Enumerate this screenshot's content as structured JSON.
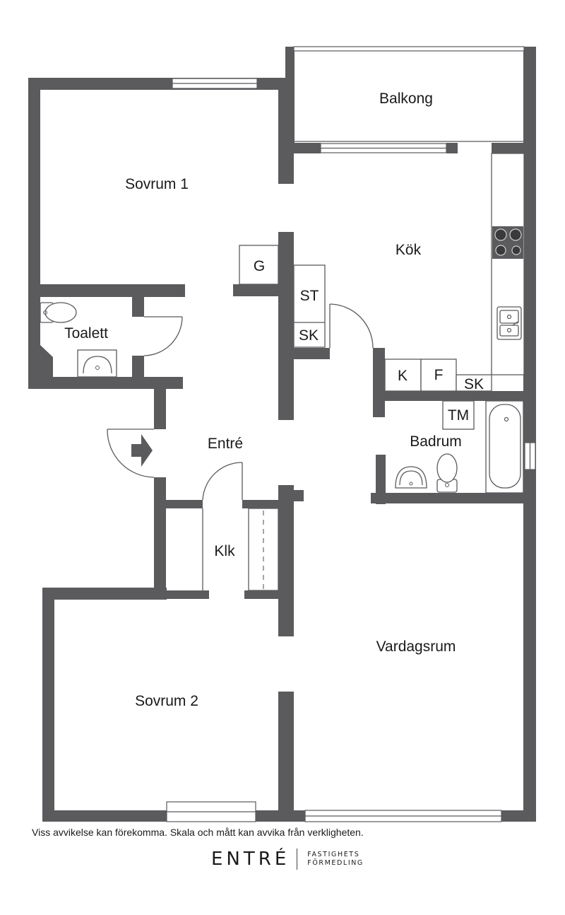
{
  "rooms": {
    "balkong": "Balkong",
    "sovrum1": "Sovrum 1",
    "kok": "Kök",
    "toalett": "Toalett",
    "entre": "Entré",
    "badrum": "Badrum",
    "klk": "Klk",
    "vardagsrum": "Vardagsrum",
    "sovrum2": "Sovrum 2"
  },
  "appliances": {
    "g": "G",
    "st": "ST",
    "sk1": "SK",
    "k": "K",
    "f": "F",
    "sk2": "SK",
    "tm": "TM"
  },
  "disclaimer": "Viss avvikelse kan förekomma. Skala och mått kan avvika från verkligheten.",
  "logo": {
    "name": "ENTRÉ",
    "sub_line1": "FASTIGHETS",
    "sub_line2": "FÖRMEDLING"
  },
  "colors": {
    "wall": "#5b5b5e",
    "background": "#ffffff"
  }
}
